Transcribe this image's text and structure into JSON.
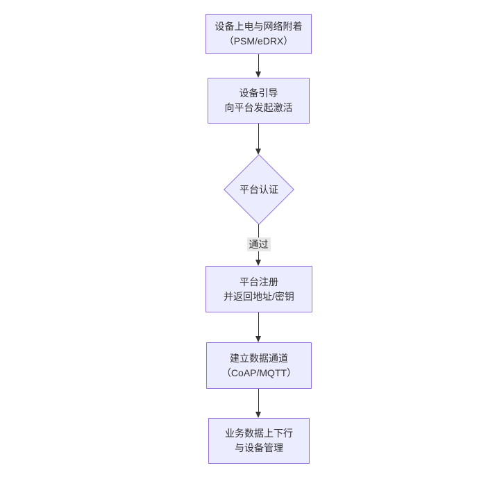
{
  "diagram": {
    "type": "flowchart",
    "direction": "top-down",
    "nodes": [
      {
        "id": "A",
        "shape": "rect",
        "lines": [
          "设备上电与网络附着",
          "（PSM/eDRX）"
        ]
      },
      {
        "id": "B",
        "shape": "rect",
        "lines": [
          "设备引导",
          "向平台发起激活"
        ]
      },
      {
        "id": "C",
        "shape": "diamond",
        "lines": [
          "平台认证"
        ]
      },
      {
        "id": "D",
        "shape": "rect",
        "lines": [
          "平台注册",
          "并返回地址/密钥"
        ]
      },
      {
        "id": "E",
        "shape": "rect",
        "lines": [
          "建立数据通道",
          "（CoAP/MQTT）"
        ]
      },
      {
        "id": "F",
        "shape": "rect",
        "lines": [
          "业务数据上下行",
          "与设备管理"
        ]
      }
    ],
    "edges": [
      {
        "from": "A",
        "to": "B",
        "label": ""
      },
      {
        "from": "B",
        "to": "C",
        "label": ""
      },
      {
        "from": "C",
        "to": "D",
        "label": "通过"
      },
      {
        "from": "D",
        "to": "E",
        "label": ""
      },
      {
        "from": "E",
        "to": "F",
        "label": ""
      }
    ],
    "colors": {
      "node-fill": "#ECECFF",
      "node-border": "#9370DB",
      "edge-line": "#333333",
      "edge-label-bg": "#e8e8e8",
      "text": "#333333",
      "background": "#ffffff"
    }
  }
}
